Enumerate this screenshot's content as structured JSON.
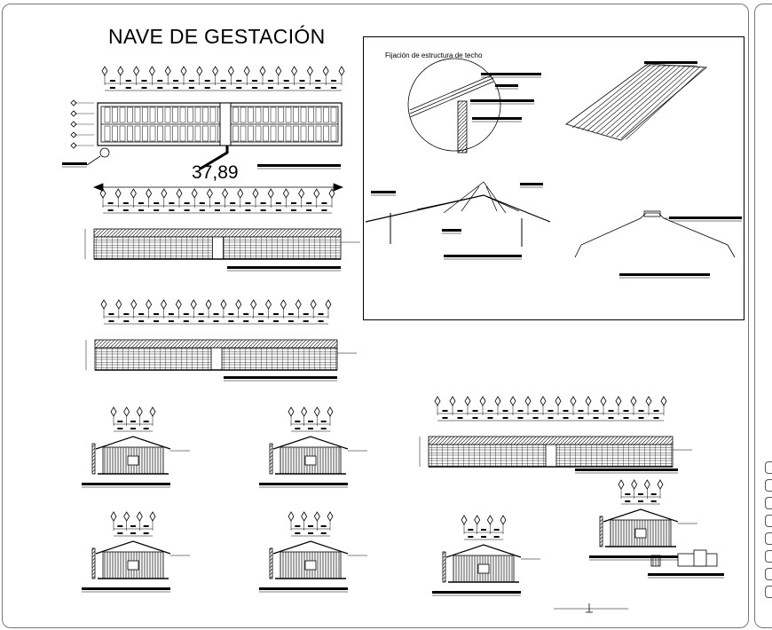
{
  "sheet": {
    "title": "NAVE DE GESTACIÓN",
    "dimension_text": "37,89",
    "detail_label": "Fijación de estructura de techo"
  },
  "drawings": [
    {
      "name": "floor-plan"
    },
    {
      "name": "side-elevation-1"
    },
    {
      "name": "side-elevation-2"
    },
    {
      "name": "side-elevation-3"
    },
    {
      "name": "end-elevation-1"
    },
    {
      "name": "end-elevation-2"
    },
    {
      "name": "end-elevation-3"
    },
    {
      "name": "end-elevation-4"
    },
    {
      "name": "end-elevation-5"
    },
    {
      "name": "end-elevation-6"
    },
    {
      "name": "roof-fixing-detail"
    },
    {
      "name": "roof-sheet-detail"
    },
    {
      "name": "truss-detail"
    },
    {
      "name": "roof-ridge-detail"
    }
  ]
}
